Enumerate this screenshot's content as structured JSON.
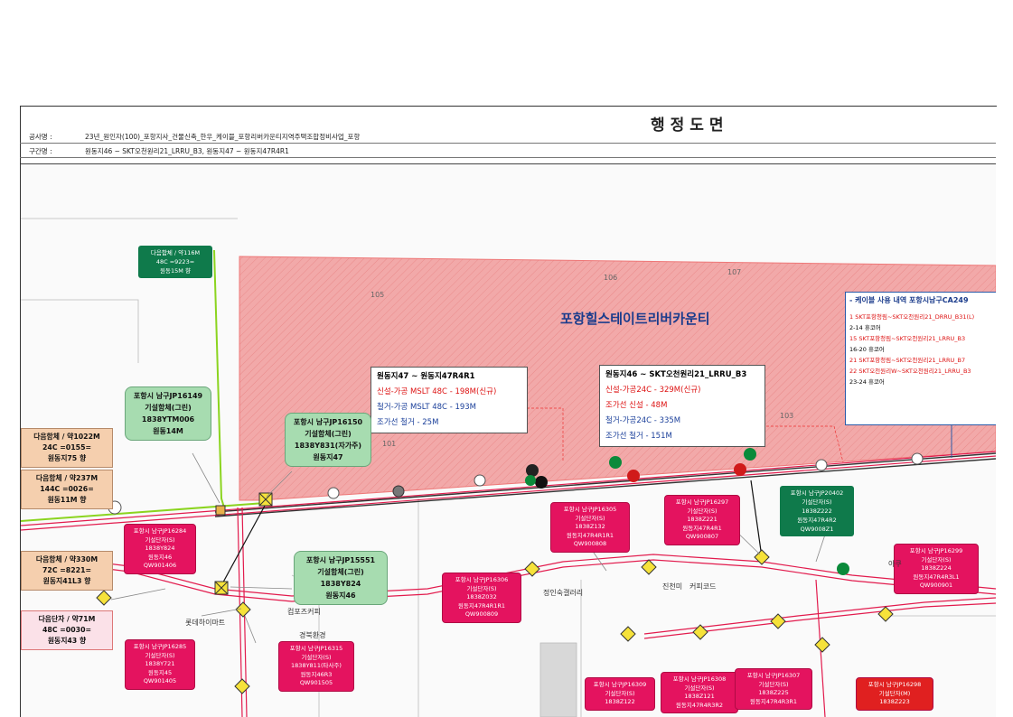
{
  "header": {
    "title": "행정도면",
    "project_key": "공사명 :",
    "project_value": "23년_원인자(100)_포항지사_건물신축_한우_케이블_포항리버카운티지역주택조합정비사업_포항",
    "section_key": "구간명 :",
    "section_value": "원동지46 ~ SKT오천원리21_LRRU_B3, 원동지47 ~ 원동지47R4R1"
  },
  "map": {
    "area_name": "포항힐스테이트리버카운티",
    "block_labels": [
      "105",
      "106",
      "107",
      "101",
      "103"
    ],
    "road_labels": [
      "정인숙갤러리",
      "진천미",
      "커피코드",
      "롯데하이마트",
      "컴포즈커피",
      "경북환경",
      "아쿠"
    ],
    "info_box_1": {
      "title": "원동지47 ~ 원동지47R4R1",
      "lines": [
        "신설-가공 MSLT 48C - 198M(신규)",
        "철거-가공 MSLT 48C - 193M",
        "조가선 철거 - 25M"
      ]
    },
    "info_box_2": {
      "title": "원동지46 ~ SKT오천원리21_LRRU_B3",
      "lines": [
        "신설-가공24C - 329M(신규)",
        "조가선 신설 - 48M",
        "철거-가공24C - 335M",
        "조가선 철거 - 151M"
      ]
    },
    "legend": {
      "title": "- 케이블 사용 내역 포항시남구CA249",
      "items": [
        "1 SKT포항청림~SKT오천원리21_DRRU_B31(L)",
        "2-14 휴코어",
        "15 SKT포항청림~SKT오천원리21_LRRU_B3",
        "16-20 휴코어",
        "21 SKT포항청림~SKT오천원리21_LRRU_B7",
        "22 SKT오천원리W~SKT오천원리21_LRRU_B3",
        "23-24 휴코어"
      ]
    },
    "green_callouts": [
      "포항시 남구JP16149\n기설함체(그린)\n1838YTM006\n원동14M",
      "포항시 남구JP16150\n기설함체(그린)\n1838Y831(자가주)\n원동지47",
      "포항시 남구JP15551\n기설함체(그린)\n1838Y824\n원동지46"
    ],
    "dark_green_top": "다음함체 / 약116M\n48C =9223=\n원동15M 향",
    "dark_green_jp": "포항시 남구JP20402\n기설단자(S)\n1838Z222\n원동지47R4R2\nQW9008Z1",
    "side_boxes": [
      "다음함체 / 약1022M\n24C =0155=\n원동지75 향",
      "다음함체 / 약237M\n144C =0026=\n원동11M 향",
      "다음함체 / 약330M\n72C =8221=\n원동지41L3 향",
      "다음단자 / 약71M\n48C =0030=\n원동지43 향"
    ],
    "pink_callouts": [
      "포항시 남구JP16284\n기설단자(S)\n1838Y824\n원동지46\nQW901406",
      "포항시 남구JP16285\n기설단자(S)\n1838Y721\n원동지45\nQW901405",
      "포항시 남구JP16315\n기설단자(S)\n1838Y811(타사주)\n원동지46R3\nQW901505",
      "포항시 남구JP16305\n기설단자(S)\n1838Z132\n원동지47R4R1R1\nQW900808",
      "포항시 남구JP16297\n기설단자(S)\n1838Z221\n원동지47R4R1\nQW900807",
      "포항시 남구JP16306\n기설단자(S)\n1838Z032\n원동지47R4R1R1\nQW900809",
      "포항시 남구JP16299\n기설단자(S)\n1838Z224\n원동지47R4R3L1\nQW900901",
      "포항시 남구JP16309\n기설단자(S)\n1838Z122",
      "포항시 남구JP16308\n기설단자(S)\n1838Z121\n원동지47R4R3R2",
      "포항시 남구JP16307\n기설단자(S)\n1838Z225\n원동지47R4R3R1",
      "포항시 남구JP16298\n기설단자(M)\n1838Z223"
    ],
    "colors": {
      "hatch_area": "#f1a3a3",
      "cable_red": "#e21b4d",
      "cable_green": "#7ed321",
      "callout_green": "#a7dcb0",
      "callout_pink": "#e4135f"
    }
  }
}
